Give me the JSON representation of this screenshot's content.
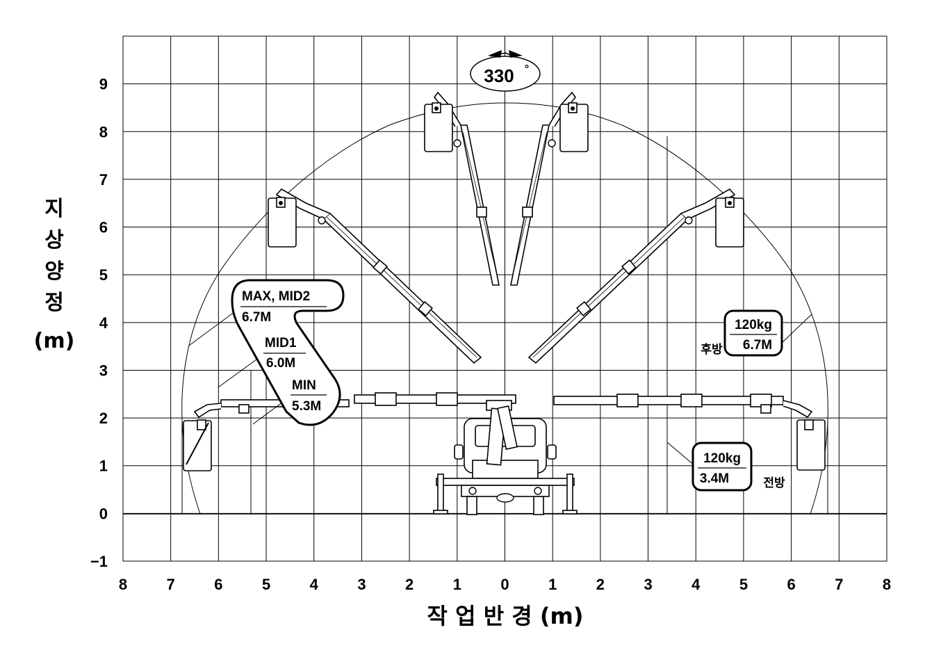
{
  "diagram": {
    "y_axis_title_chars": [
      "지",
      "상",
      "양",
      "정",
      "(m)"
    ],
    "x_axis_title": "작 업 반 경 (m)",
    "y_ticks": [
      "9",
      "8",
      "7",
      "6",
      "5",
      "4",
      "3",
      "2",
      "1",
      "0",
      "-1"
    ],
    "x_ticks": [
      "8",
      "7",
      "6",
      "5",
      "4",
      "3",
      "2",
      "1",
      "0",
      "1",
      "2",
      "3",
      "4",
      "5",
      "6",
      "7",
      "8"
    ],
    "rotation_label": "330",
    "rotation_unit": "°",
    "callouts": {
      "max_label": "MAX, MID2",
      "max_value": "6.7M",
      "mid1_label": "MID1",
      "mid1_value": "6.0M",
      "min_label": "MIN",
      "min_value": "5.3M"
    },
    "capacity": {
      "rear_load": "120kg",
      "rear_radius": "6.7M",
      "rear_label": "후방",
      "front_load": "120kg",
      "front_radius": "3.4M",
      "front_label": "전방"
    }
  }
}
